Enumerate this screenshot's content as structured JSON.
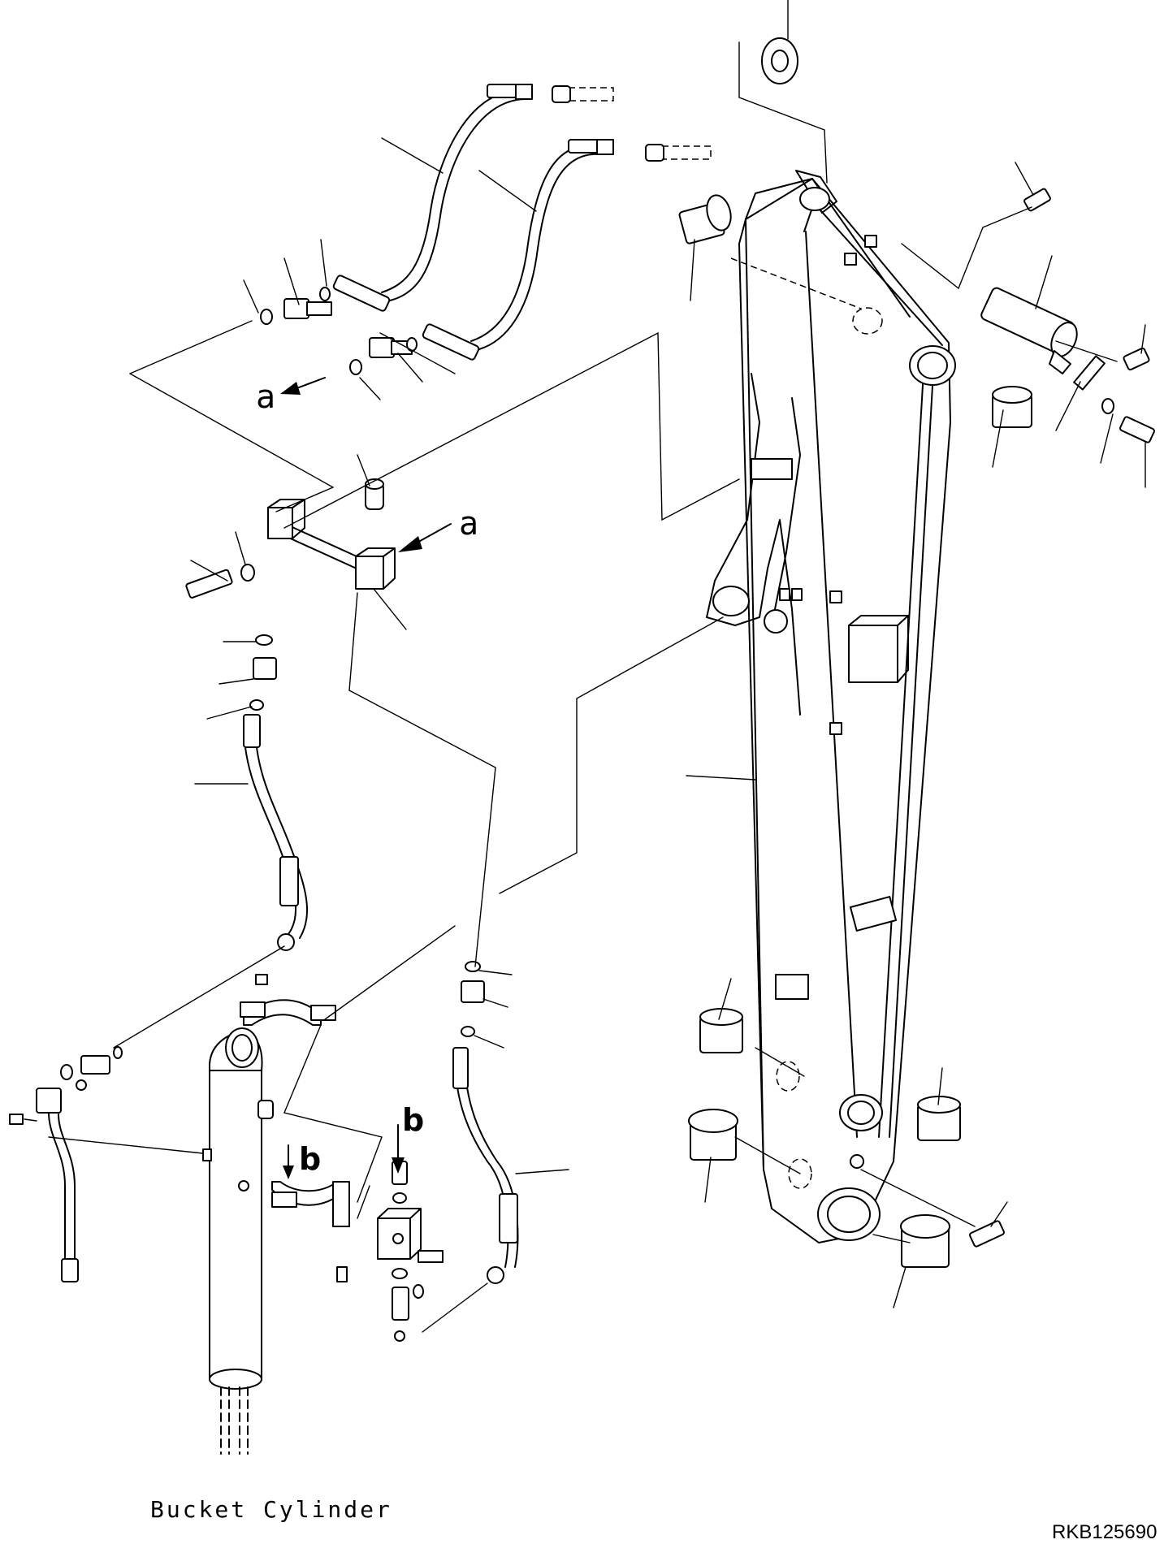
{
  "labels": {
    "view_a_1": "a",
    "view_a_2": "a",
    "view_b_1": "b",
    "view_b_2": "b"
  },
  "caption": "Bucket Cylinder",
  "drawing_code": "RKB125690",
  "colors": {
    "line": "#000000",
    "background": "#ffffff"
  }
}
